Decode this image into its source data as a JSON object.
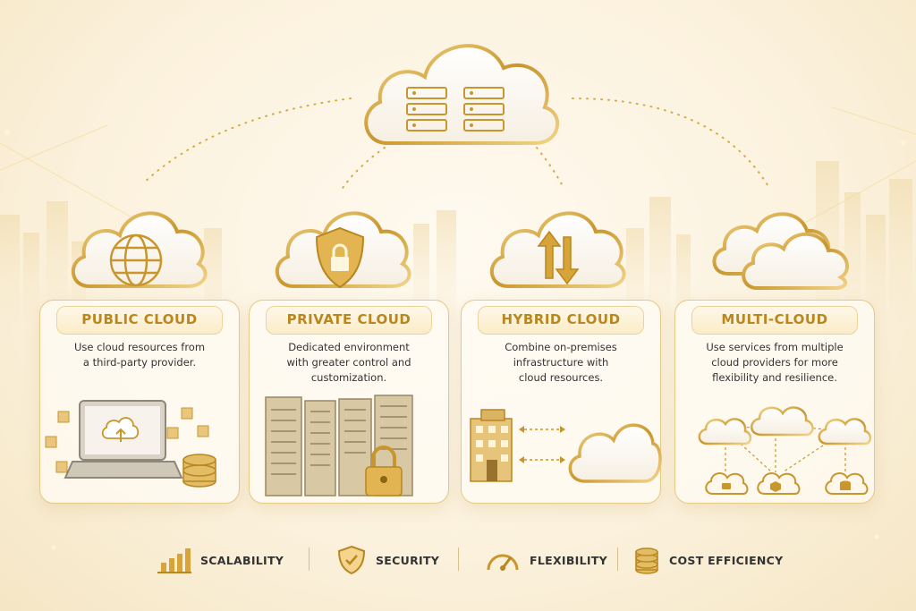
{
  "central": {
    "icon": "server-stack-icon"
  },
  "cards": [
    {
      "title": "PUBLIC CLOUD",
      "desc": [
        "Use cloud resources from",
        "a third-party provider."
      ],
      "icon": "globe-icon",
      "art": "laptop-cloud-upload"
    },
    {
      "title": "PRIVATE CLOUD",
      "desc": [
        "Dedicated environment",
        "with greater control and",
        "customization."
      ],
      "icon": "shield-lock-icon",
      "art": "server-racks-padlock"
    },
    {
      "title": "HYBRID CLOUD",
      "desc": [
        "Combine on-premises",
        "infrastructure with",
        "cloud resources."
      ],
      "icon": "sync-arrows-icon",
      "art": "building-cloud-link"
    },
    {
      "title": "MULTI-CLOUD",
      "desc": [
        "Use services from multiple",
        "cloud providers for more",
        "flexibility and resilience."
      ],
      "icon": "double-cloud-icon",
      "art": "cloud-network"
    }
  ],
  "features": [
    {
      "label": "SCALABILITY",
      "icon": "bar-chart-icon"
    },
    {
      "label": "SECURITY",
      "icon": "shield-check-icon"
    },
    {
      "label": "FLEXIBILITY",
      "icon": "gauge-icon"
    },
    {
      "label": "COST EFFICIENCY",
      "icon": "coin-stack-icon"
    }
  ],
  "colors": {
    "gold": "#c9962e",
    "gold_light": "#f0d38a",
    "title": "#b9861f",
    "text": "#333333",
    "background": "#fbf1dc"
  }
}
